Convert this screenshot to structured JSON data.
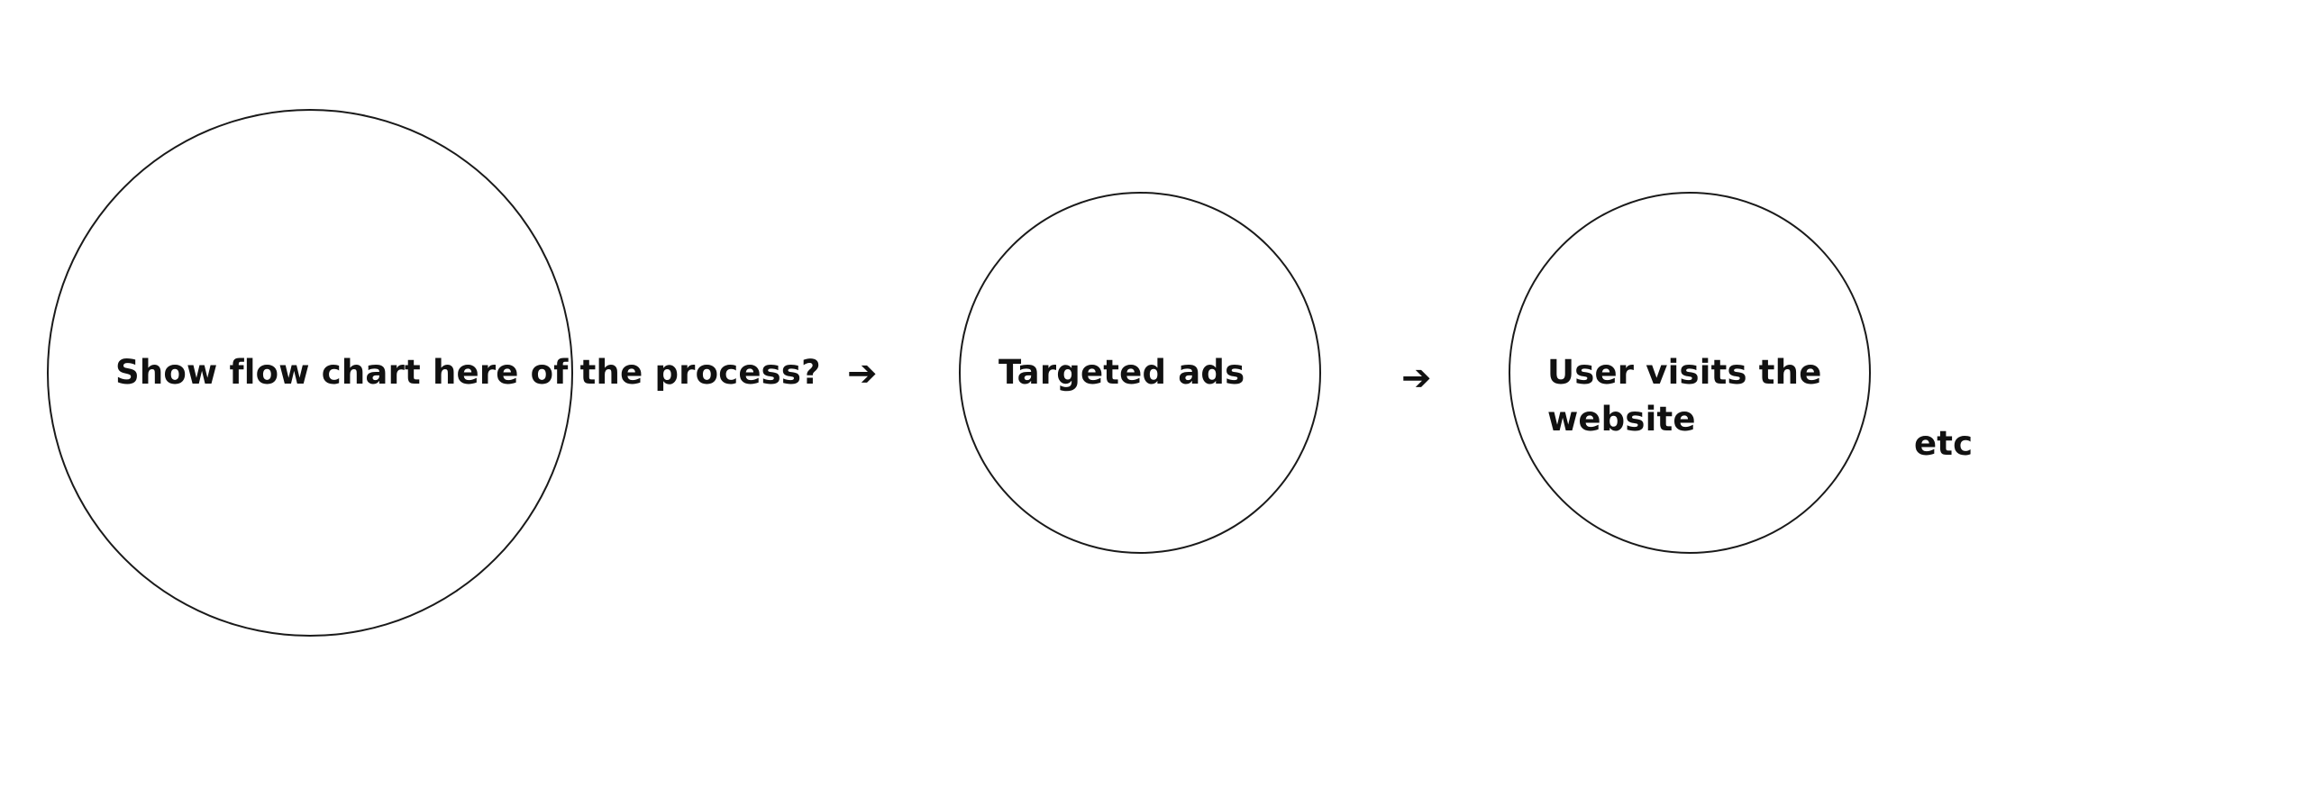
{
  "flow": {
    "steps": [
      {
        "label": "Show flow chart here of the process?"
      },
      {
        "label": "Targeted ads"
      },
      {
        "label": "User visits the website"
      }
    ],
    "connector_glyph": "➔",
    "trailing_text": "etc"
  },
  "colors": {
    "background": "#ffffff",
    "stroke": "#1a1a1a",
    "text": "#111111"
  }
}
